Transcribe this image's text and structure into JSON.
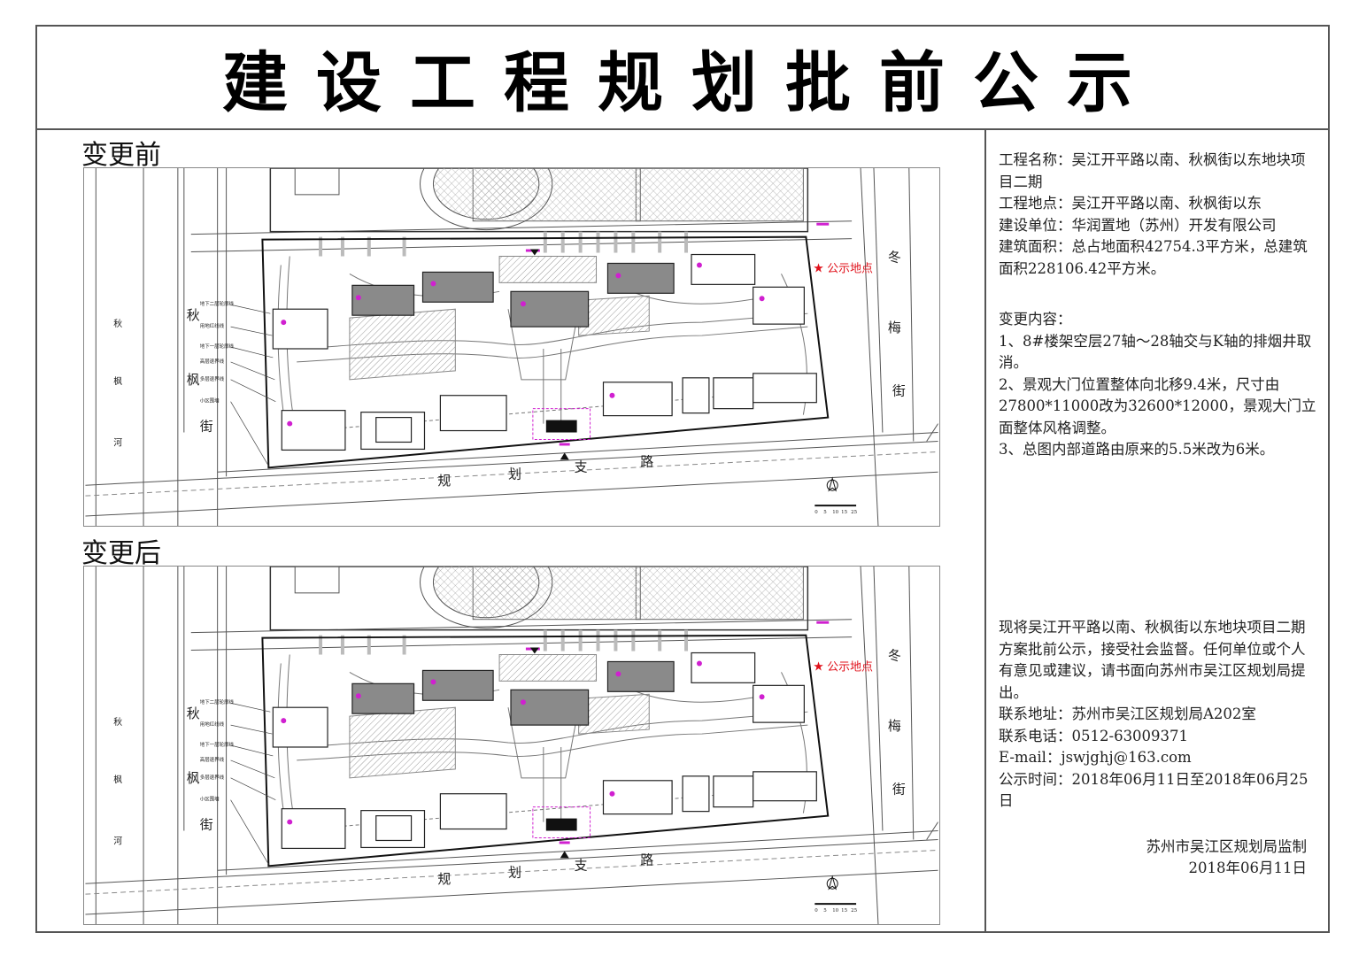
{
  "title": "建设工程规划批前公示",
  "sections": {
    "before": "变更前",
    "after": "变更后"
  },
  "plan_labels": {
    "river": [
      "秋",
      "枫",
      "河"
    ],
    "west_street": [
      "秋",
      "枫",
      "街"
    ],
    "east_street": [
      "冬",
      "梅",
      "街"
    ],
    "south_road": [
      "规",
      "划",
      "支",
      "路"
    ],
    "notice_location": "公示地点",
    "legend": [
      "地下二层轮廓线",
      "用地红线线",
      "地下一层轮廓线",
      "高层退界线",
      "多层退界线",
      "小区围墙"
    ],
    "scale_ticks": [
      "0",
      "5",
      "10",
      "15",
      "25"
    ]
  },
  "project_info": [
    "工程名称：吴江开平路以南、秋枫街以东地块项目二期",
    "工程地点：吴江开平路以南、秋枫街以东",
    "建设单位：华润置地（苏州）开发有限公司",
    "建筑面积：总占地面积42754.3平方米，总建筑面积228106.42平方米。"
  ],
  "changes": {
    "heading": "变更内容：",
    "items": [
      "1、8#楼架空层27轴～28轴交与K轴的排烟井取消。",
      "2、景观大门位置整体向北移9.4米，尺寸由27800*11000改为32600*12000，景观大门立面整体风格调整。",
      "3、总图内部道路由原来的5.5米改为6米。"
    ]
  },
  "notice": {
    "text": "现将吴江开平路以南、秋枫街以东地块项目二期方案批前公示，接受社会监督。任何单位或个人有意见或建议，请书面向苏州市吴江区规划局提出。",
    "address": "联系地址：苏州市吴江区规划局A202室",
    "phone": "联系电话：0512-63009371",
    "email": "E-mail：jswjghj@163.com",
    "period": "公示时间：2018年06月11日至2018年06月25日"
  },
  "signature": {
    "org": "苏州市吴江区规划局监制",
    "date": "2018年06月11日"
  },
  "colors": {
    "notice_red": "#e0101a",
    "annotation_magenta": "#d020d0",
    "building_dark": "#8a8a8a"
  }
}
